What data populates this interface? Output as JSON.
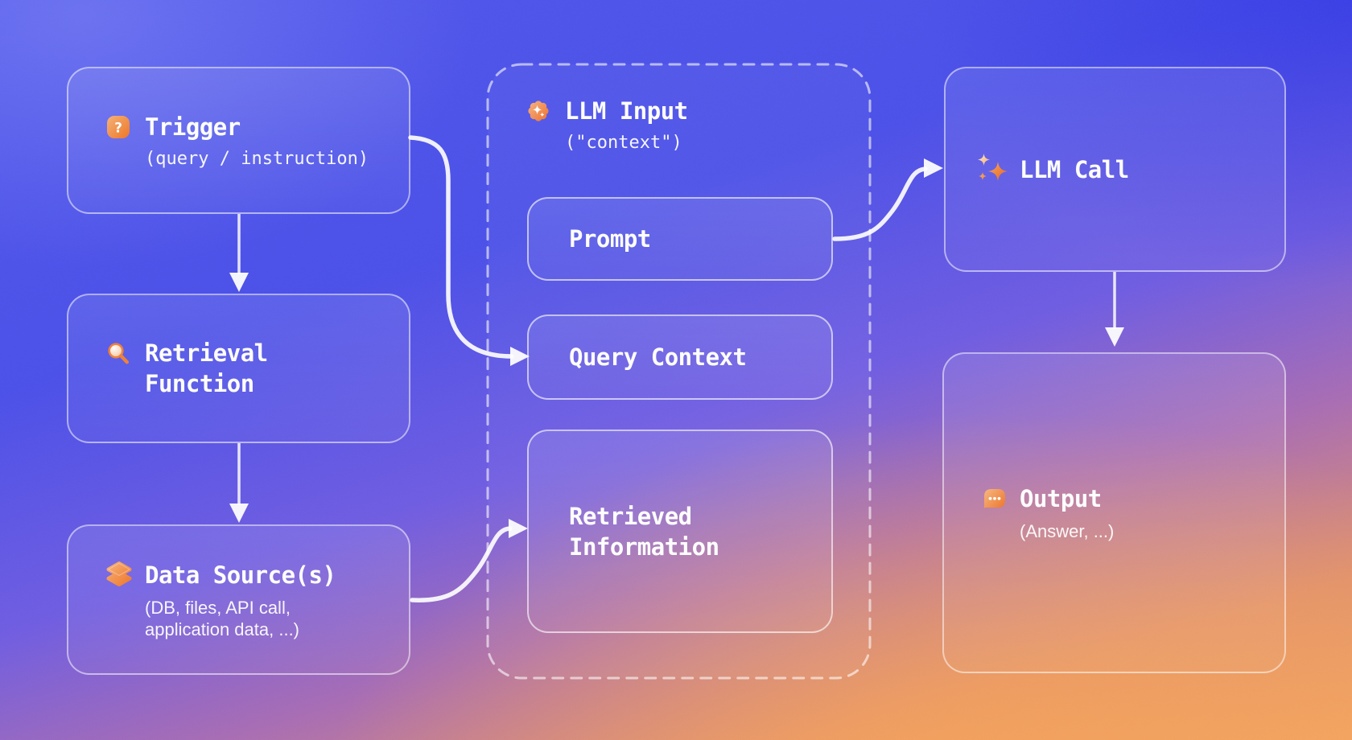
{
  "diagram": {
    "description": "LLM / RAG pipeline flow diagram",
    "nodes": {
      "trigger": {
        "title": "Trigger",
        "subtitle": "(query / instruction)",
        "icon": "question-mark-icon"
      },
      "retrieval_function": {
        "title": "Retrieval\nFunction",
        "icon": "magnifier-icon"
      },
      "data_sources": {
        "title": "Data Source(s)",
        "subtitle": "(DB, files, API call,\napplication data, ...)",
        "icon": "layers-icon"
      },
      "llm_input": {
        "title": "LLM Input",
        "subtitle": "(\"context\")",
        "icon": "sparkle-badge-icon"
      },
      "prompt": {
        "title": "Prompt"
      },
      "query_context": {
        "title": "Query Context"
      },
      "retrieved_information": {
        "title": "Retrieved\nInformation"
      },
      "llm_call": {
        "title": "LLM Call",
        "icon": "sparkles-icon"
      },
      "output": {
        "title": "Output",
        "subtitle": "(Answer, ...)",
        "icon": "chat-bubble-icon"
      }
    },
    "edges": [
      {
        "from": "trigger",
        "to": "retrieval_function"
      },
      {
        "from": "retrieval_function",
        "to": "data_sources"
      },
      {
        "from": "trigger",
        "to": "query_context"
      },
      {
        "from": "data_sources",
        "to": "retrieved_information"
      },
      {
        "from": "prompt",
        "to": "llm_call"
      },
      {
        "from": "llm_call",
        "to": "output"
      }
    ],
    "colors": {
      "background_blue": "#4a50e9",
      "background_orange": "#f2a462",
      "accent_orange": "#ee7523",
      "box_border": "rgba(255,255,255,0.55)",
      "text": "#ffffff"
    }
  }
}
